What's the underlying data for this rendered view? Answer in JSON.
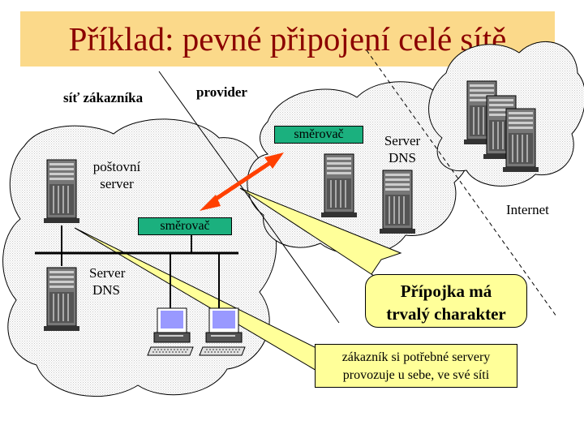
{
  "title": "Příklad: pevné připojení celé sítě",
  "labels": {
    "customer_network": "síť zákazníka",
    "provider": "provider",
    "internet": "Internet",
    "mail_server_line1": "poštovní",
    "mail_server_line2": "server",
    "dns_server_provider_line1": "Server",
    "dns_server_provider_line2": "DNS",
    "dns_server_customer_line1": "Server",
    "dns_server_customer_line2": "DNS"
  },
  "routers": {
    "provider_router": "směrovač",
    "customer_router": "směrovač"
  },
  "callouts": {
    "connection_line1": "Přípojka má",
    "connection_line2": "trvalý charakter",
    "servers_line1": "zákazník si potřebné servery",
    "servers_line2": "provozuje u sebe, ve své síti"
  },
  "colors": {
    "title_background": "#fbd98a",
    "title_text": "#8b0000",
    "router": "#1bb07e",
    "link_arrow": "#ff4000",
    "callout": "#ffff99",
    "monitor_screen": "#9999ff"
  },
  "icons": {
    "server": "server-tower-icon",
    "workstation": "desktop-computer-icon",
    "link": "double-arrow-icon"
  }
}
